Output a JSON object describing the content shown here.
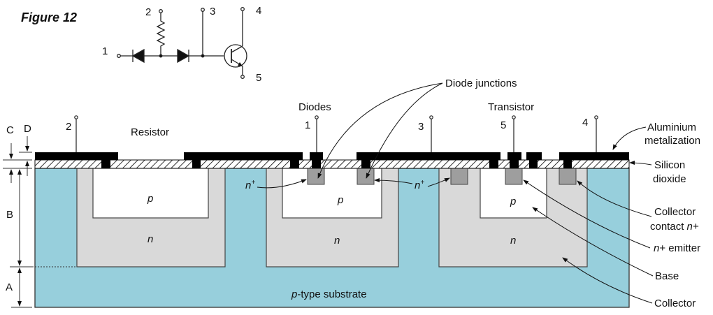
{
  "figure_title": "Figure 12",
  "colors": {
    "substrate": "#97cfdc",
    "n_region": "#d9d9d9",
    "p_region": "#ffffff",
    "n_plus": "#9e9e9e",
    "metal": "#000000",
    "oxide_hatch": "#000000"
  },
  "schematic": {
    "terminals": [
      "1",
      "2",
      "3",
      "4",
      "5"
    ],
    "components": [
      "diode",
      "resistor",
      "diode",
      "npn-transistor"
    ]
  },
  "cross_section": {
    "section_labels": {
      "resistor": "Resistor",
      "diodes": "Diodes",
      "transistor": "Transistor"
    },
    "terminal_labels": {
      "t2": "2",
      "t1": "1",
      "t3": "3",
      "t5": "5",
      "t4": "4"
    },
    "region_labels": {
      "p_resistor": "p",
      "n_resistor": "n",
      "p_diode": "p",
      "n_diode": "n",
      "p_transistor": "p",
      "n_transistor": "n",
      "nplus_left": "n",
      "nplus_left_sup": "+",
      "nplus_mid": "n",
      "nplus_mid_sup": "+",
      "substrate_italic": "p",
      "substrate_rest": "-type substrate"
    },
    "dimension_labels": {
      "A": "A",
      "B": "B",
      "C": "C",
      "D": "D"
    },
    "callouts": {
      "diode_junctions": "Diode junctions",
      "aluminium_1": "Aluminium",
      "aluminium_2": "metalization",
      "silicon_1": "Silicon",
      "silicon_2": "dioxide",
      "collector_contact_1": "Collector",
      "collector_contact_2_pre": "contact ",
      "collector_contact_2_it": "n+",
      "emitter_it": "n",
      "emitter_rest": "+ emitter",
      "base": "Base",
      "collector": "Collector"
    }
  }
}
